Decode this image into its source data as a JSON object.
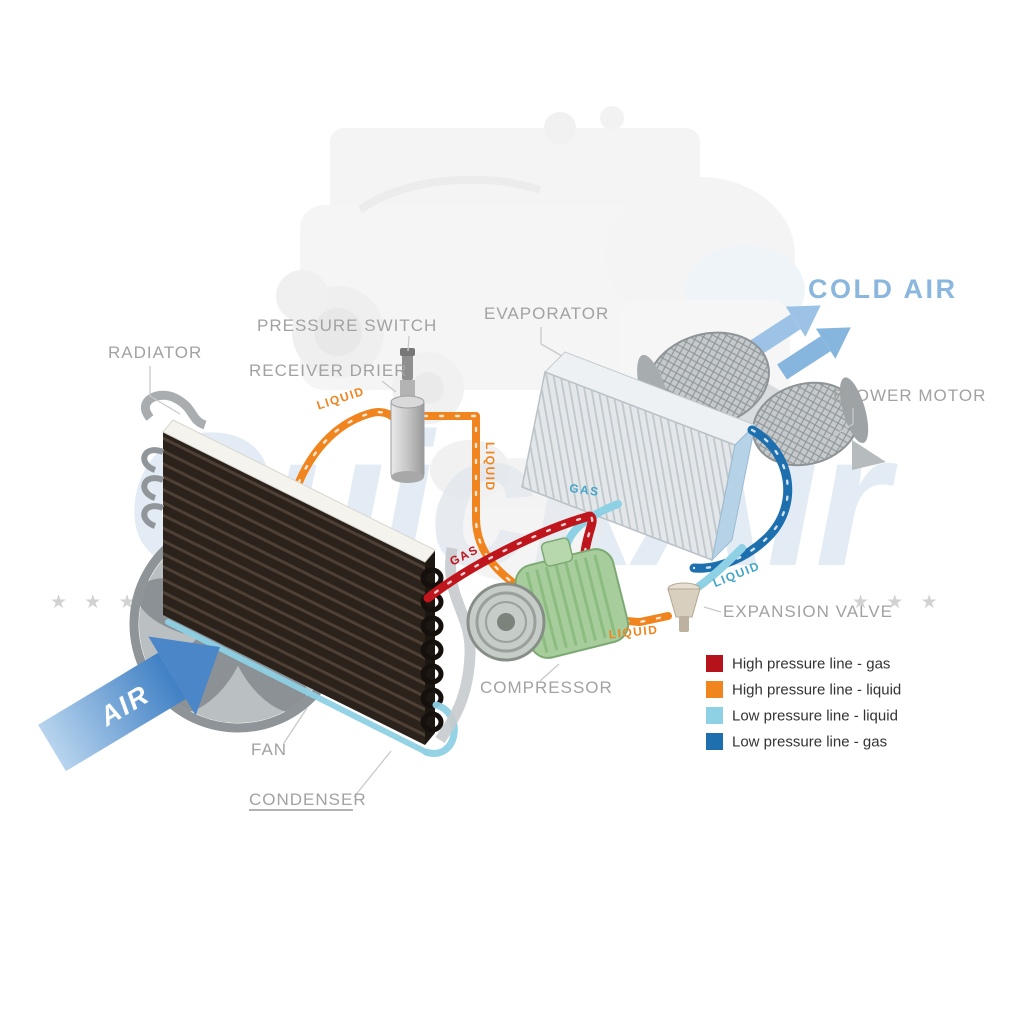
{
  "component_labels": {
    "radiator": "RADIATOR",
    "pressure_switch": "PRESSURE SWITCH",
    "receiver_drier": "RECEIVER DRIER",
    "evaporator": "EVAPORATOR",
    "blower_motor": "BLOWER MOTOR",
    "expansion_valve": "EXPANSION VALVE",
    "compressor": "COMPRESSOR",
    "fan": "FAN",
    "condenser": "CONDENSER"
  },
  "flow_labels": {
    "cold_air": "COLD AIR",
    "air": "AIR",
    "liquid_condenser_to_drier": "LIQUID",
    "liquid_drier_down": "LIQUID",
    "liquid_to_valve": "LIQUID",
    "liquid_valve_to_evaporator": "LIQUID",
    "gas_to_condenser": "GAS",
    "gas_to_compressor": "GAS"
  },
  "legend": {
    "items": [
      {
        "label": "High pressure line - gas",
        "color": "#b5121b"
      },
      {
        "label": "High pressure line - liquid",
        "color": "#f0841e"
      },
      {
        "label": "Low pressure line - liquid",
        "color": "#8ed0e4"
      },
      {
        "label": "Low pressure line - gas",
        "color": "#1d6fae"
      }
    ]
  },
  "colors": {
    "high_pressure_gas": "#bf151c",
    "high_pressure_liquid": "#f0841e",
    "low_pressure_liquid": "#8ed0e4",
    "low_pressure_gas": "#1d6fae",
    "pipe_label_blue": "#45a5c7",
    "air_arrow": "#4a86c8",
    "cold_air_text": "#8bb7de",
    "component_label": "#a2a2a2"
  },
  "watermark": {
    "brand": "QuickAir",
    "stars_left": "★ ★ ★",
    "stars_right": "★ ★ ★"
  }
}
